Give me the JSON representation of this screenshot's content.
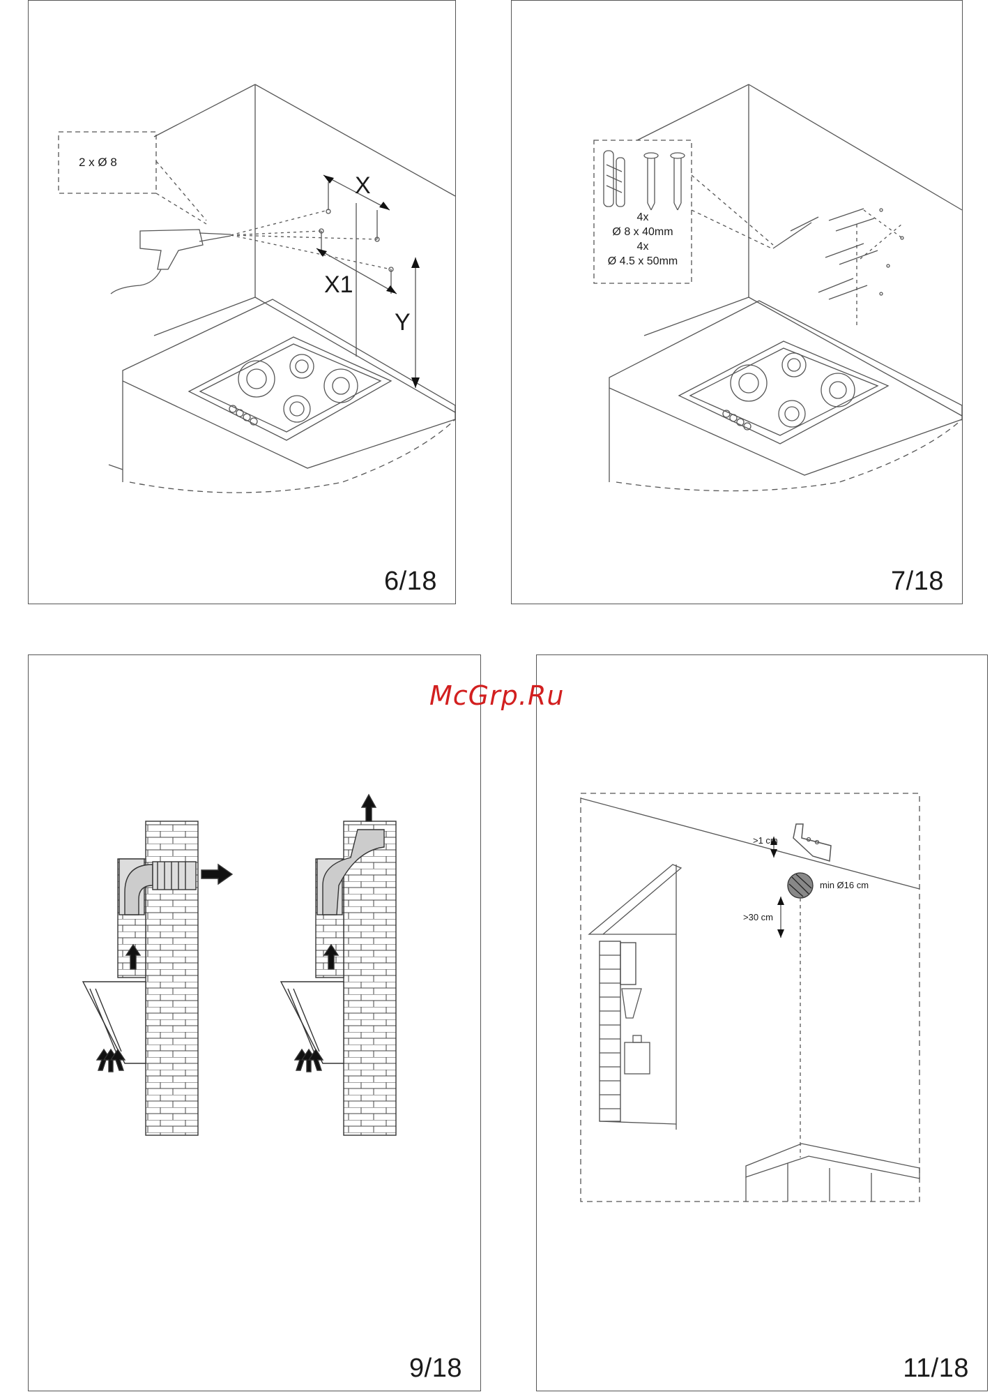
{
  "watermark": "McGrp.Ru",
  "panels": {
    "p6": {
      "page": "6/18",
      "callout": "2 x Ø 8",
      "label_x": "X",
      "label_x1": "X1",
      "label_y": "Y"
    },
    "p7": {
      "page": "7/18",
      "spec_line1": "4x",
      "spec_line2": "Ø 8 x 40mm",
      "spec_line3": "4x",
      "spec_line4": "Ø 4.5 x 50mm"
    },
    "p9": {
      "page": "9/18"
    },
    "p11": {
      "page": "11/18",
      "gap_label": ">1 cm",
      "diameter_label": "min Ø16 cm",
      "distance_label": ">30 cm"
    }
  }
}
